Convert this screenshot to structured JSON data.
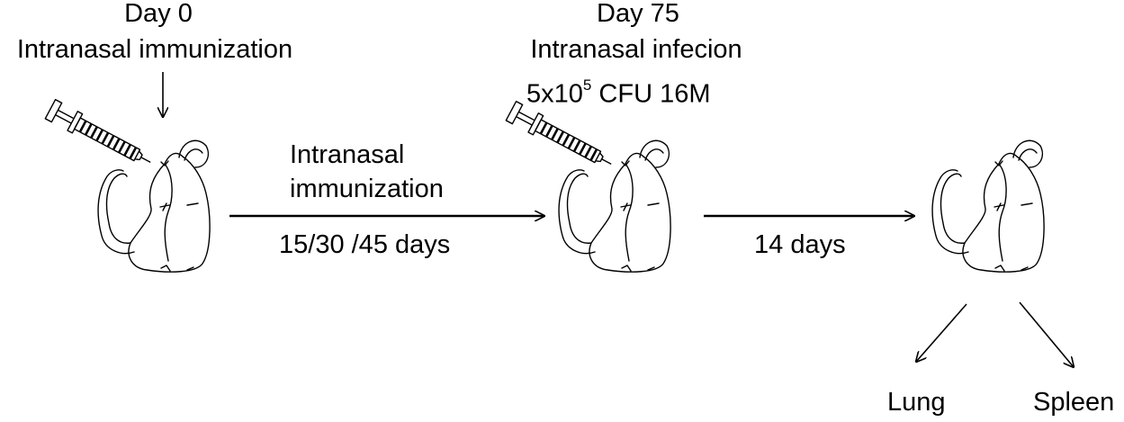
{
  "step1": {
    "day": "Day 0",
    "action": "Intranasal immunization"
  },
  "step2": {
    "line1": "Intranasal",
    "line2": "immunization",
    "duration": "15/30 /45 days"
  },
  "step3": {
    "day": "Day 75",
    "action": "Intranasal infecion",
    "dose_prefix": "5x10",
    "dose_exp": "5",
    "dose_suffix": " CFU 16M"
  },
  "step4": {
    "duration": "14 days"
  },
  "outcomes": {
    "left": "Lung",
    "right": "Spleen"
  }
}
